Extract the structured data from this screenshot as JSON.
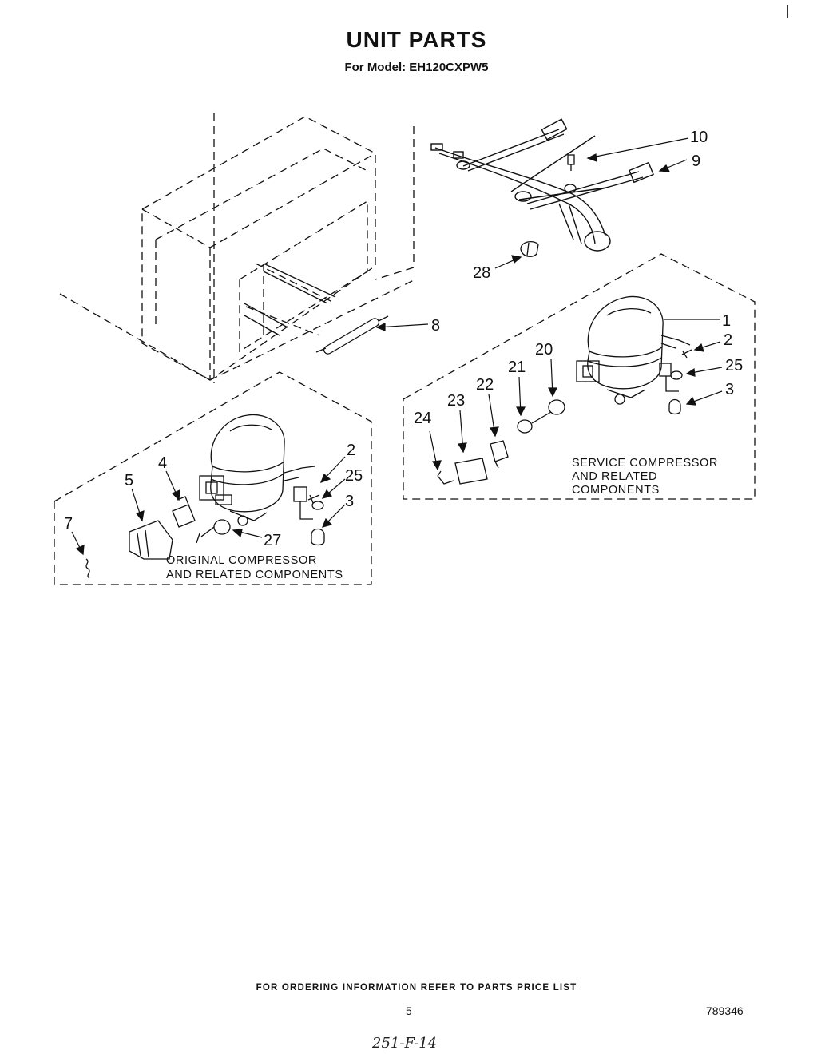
{
  "header": {
    "title": "UNIT PARTS",
    "subtitle": "For Model: EH120CXPW5"
  },
  "callouts": {
    "c1": "1",
    "c2_service": "2",
    "c3_service": "3",
    "c25_service": "25",
    "c20": "20",
    "c21": "21",
    "c22": "22",
    "c23": "23",
    "c24": "24",
    "c2_original": "2",
    "c3_original": "3",
    "c25_original": "25",
    "c4": "4",
    "c5": "5",
    "c7": "7",
    "c27": "27",
    "c8": "8",
    "c9": "9",
    "c10": "10",
    "c28": "28"
  },
  "groups": {
    "service_line1": "SERVICE COMPRESSOR",
    "service_line2": "AND RELATED",
    "service_line3": "COMPONENTS",
    "original_line1": "ORIGINAL COMPRESSOR",
    "original_line2": "AND RELATED COMPONENTS"
  },
  "footer": {
    "note": "FOR ORDERING INFORMATION REFER TO PARTS PRICE LIST",
    "page_number": "5",
    "doc_number": "789346",
    "handwritten": "251-F-14"
  }
}
